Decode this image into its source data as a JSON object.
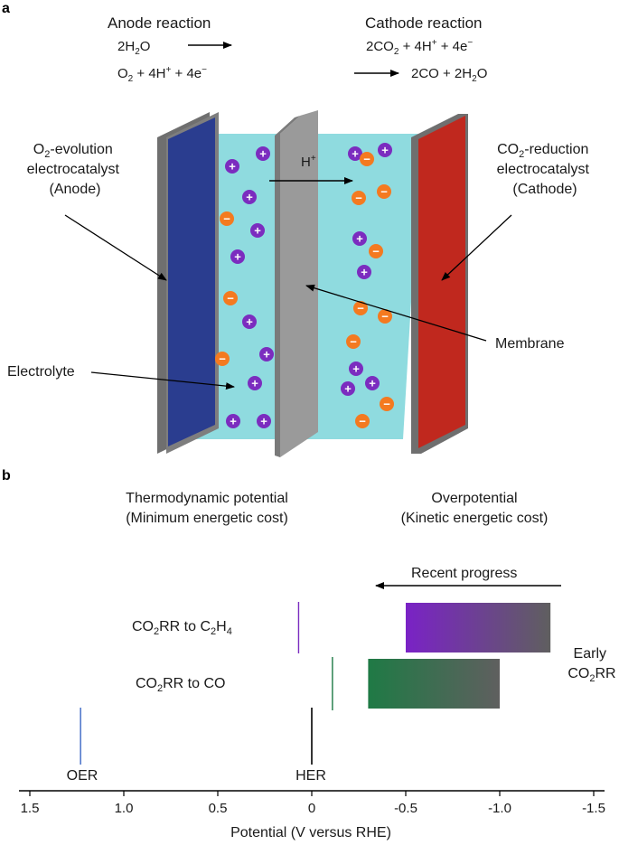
{
  "panel_a": {
    "label": "a",
    "anode_title": "Anode reaction",
    "anode_eq1": [
      "2H",
      "2",
      "O"
    ],
    "anode_eq2": [
      "O",
      "2",
      " + 4H",
      "+",
      " + 4e",
      "−"
    ],
    "cathode_title": "Cathode reaction",
    "cathode_eq1": [
      "2CO",
      "2",
      " + 4H",
      "+",
      " + 4e",
      "−"
    ],
    "cathode_eq2": [
      "2CO + 2H",
      "2",
      "O"
    ],
    "anode_label": [
      "O",
      "2",
      "-evolution",
      "electrocatalyst",
      "(Anode)"
    ],
    "cathode_label": [
      "CO",
      "2",
      "-reduction",
      "electrocatalyst",
      "(Cathode)"
    ],
    "proton": [
      "H",
      "+"
    ],
    "membrane_label": "Membrane",
    "electrolyte_label": "Electrolyte",
    "plus_sign": "+",
    "minus_sign": "−"
  },
  "panel_b": {
    "label": "b",
    "thermo_line1": "Thermodynamic potential",
    "thermo_line2": "(Minimum energetic cost)",
    "over_line1": "Overpotential",
    "over_line2": "(Kinetic energetic cost)",
    "recent_progress": "Recent progress",
    "c2h4_label": [
      "CO",
      "2",
      "RR to C",
      "2",
      "H",
      "4"
    ],
    "co_label": [
      "CO",
      "2",
      "RR to CO"
    ],
    "early_label": [
      "Early",
      "CO",
      "2",
      "RR"
    ],
    "oer_label": "OER",
    "her_label": "HER",
    "xlabel": "Potential (V versus RHE)",
    "ticks": [
      "1.5",
      "1.0",
      "0.5",
      "0",
      "-0.5",
      "-1.0",
      "-1.5"
    ]
  },
  "chart_data": {
    "type": "bar",
    "xlabel": "Potential (V versus RHE)",
    "xlim": [
      1.5,
      -1.5
    ],
    "x_reversed": true,
    "ticks": [
      1.5,
      1.0,
      0.5,
      0,
      -0.5,
      -1.0,
      -1.5
    ],
    "equilibrium_potentials": [
      {
        "name": "OER",
        "x": 1.23
      },
      {
        "name": "HER",
        "x": 0
      },
      {
        "name": "CO2RR to C2H4",
        "x": 0.07
      },
      {
        "name": "CO2RR to CO",
        "x": -0.11
      }
    ],
    "overpotential_ranges": [
      {
        "name": "CO2RR to C2H4",
        "from": -0.5,
        "to": -1.27
      },
      {
        "name": "CO2RR to CO",
        "from": -0.3,
        "to": -1.0
      }
    ]
  },
  "colors": {
    "anode": "#2a3d8f",
    "cathode": "#c0281e",
    "electrolyte": "#8fdbdf",
    "membrane": "#8f8f8f",
    "cation": "#7b2cbf",
    "anion": "#f47a20",
    "anode_title": "#2f4fb0",
    "cathode_title": "#e03a2a",
    "c2h4": "#7a2bc0",
    "co": "#1e7a45",
    "oer": "#3b67c4",
    "bar_end": "#5f5f5f"
  },
  "ions": {
    "plus": [
      [
        257,
        184
      ],
      [
        291,
        170
      ],
      [
        276,
        218
      ],
      [
        285,
        255
      ],
      [
        263,
        284
      ],
      [
        276,
        356
      ],
      [
        295,
        392
      ],
      [
        282,
        424
      ],
      [
        258,
        466
      ],
      [
        292,
        466
      ],
      [
        393,
        170
      ],
      [
        426,
        166
      ],
      [
        398,
        264
      ],
      [
        403,
        301
      ],
      [
        412,
        424
      ],
      [
        385,
        430
      ],
      [
        394,
        408
      ]
    ],
    "minus": [
      [
        251,
        242
      ],
      [
        255,
        330
      ],
      [
        246,
        397
      ],
      [
        406,
        176
      ],
      [
        397,
        219
      ],
      [
        425,
        212
      ],
      [
        416,
        278
      ],
      [
        399,
        341
      ],
      [
        426,
        350
      ],
      [
        391,
        378
      ],
      [
        428,
        447
      ],
      [
        401,
        466
      ]
    ]
  }
}
